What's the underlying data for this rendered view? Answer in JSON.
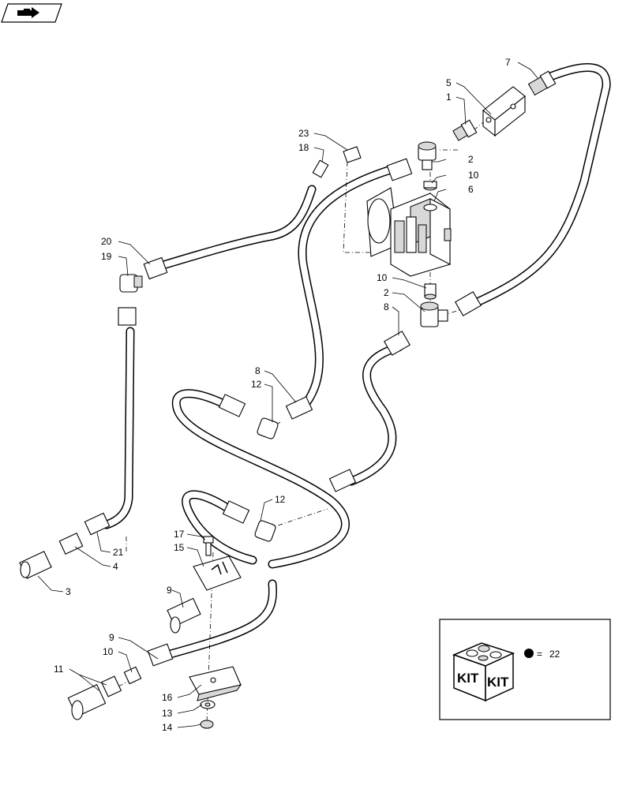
{
  "icon": "page-navigation-icon",
  "callouts": [
    {
      "id": "c7",
      "text": "7"
    },
    {
      "id": "c5",
      "text": "5"
    },
    {
      "id": "c1",
      "text": "1"
    },
    {
      "id": "c23",
      "text": "23"
    },
    {
      "id": "c18",
      "text": "18"
    },
    {
      "id": "c2a",
      "text": "2"
    },
    {
      "id": "c10a",
      "text": "10"
    },
    {
      "id": "c6",
      "text": "6"
    },
    {
      "id": "c20",
      "text": "20"
    },
    {
      "id": "c19",
      "text": "19"
    },
    {
      "id": "c10b",
      "text": "10"
    },
    {
      "id": "c2b",
      "text": "2"
    },
    {
      "id": "c8a",
      "text": "8"
    },
    {
      "id": "c8b",
      "text": "8"
    },
    {
      "id": "c12a",
      "text": "12"
    },
    {
      "id": "c12b",
      "text": "12"
    },
    {
      "id": "c17",
      "text": "17"
    },
    {
      "id": "c15",
      "text": "15"
    },
    {
      "id": "c21",
      "text": "21"
    },
    {
      "id": "c4",
      "text": "4"
    },
    {
      "id": "c3",
      "text": "3"
    },
    {
      "id": "c9a",
      "text": "9"
    },
    {
      "id": "c9b",
      "text": "9"
    },
    {
      "id": "c10c",
      "text": "10"
    },
    {
      "id": "c11",
      "text": "11"
    },
    {
      "id": "c16",
      "text": "16"
    },
    {
      "id": "c13",
      "text": "13"
    },
    {
      "id": "c14",
      "text": "14"
    }
  ],
  "kit": {
    "label_left": "KIT",
    "label_right": "KIT",
    "equals": "=",
    "number": "22"
  }
}
